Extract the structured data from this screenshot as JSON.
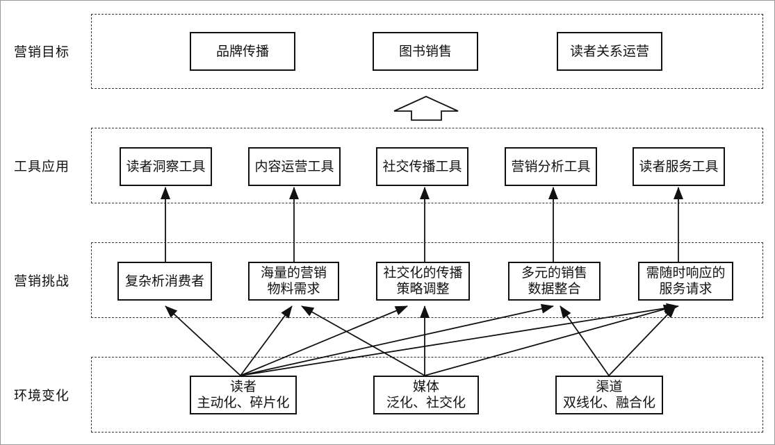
{
  "rows": {
    "goals": "营销目标",
    "tools": "工具应用",
    "challenges": "营销挑战",
    "environment": "环境变化"
  },
  "goals": [
    "品牌传播",
    "图书销售",
    "读者关系运营"
  ],
  "tools": [
    "读者洞察工具",
    "内容运营工具",
    "社交传播工具",
    "营销分析工具",
    "读者服务工具"
  ],
  "challenges": [
    [
      "复杂析消费者"
    ],
    [
      "海量的营销",
      "物料需求"
    ],
    [
      "社交化的传播",
      "策略调整"
    ],
    [
      "多元的销售",
      "数据整合"
    ],
    [
      "需随时响应的",
      "服务请求"
    ]
  ],
  "environment": [
    [
      "读者",
      "主动化、碎片化"
    ],
    [
      "媒体",
      "泛化、社交化"
    ],
    [
      "渠道",
      "双线化、融合化"
    ]
  ],
  "links": [
    {
      "from": "读者",
      "to": "复杂析消费者"
    },
    {
      "from": "读者",
      "to": "海量的营销物料需求"
    },
    {
      "from": "读者",
      "to": "社交化的传播策略调整"
    },
    {
      "from": "读者",
      "to": "多元的销售数据整合"
    },
    {
      "from": "读者",
      "to": "需随时响应的服务请求"
    },
    {
      "from": "媒体",
      "to": "海量的营销物料需求"
    },
    {
      "from": "媒体",
      "to": "社交化的传播策略调整"
    },
    {
      "from": "媒体",
      "to": "需随时响应的服务请求"
    },
    {
      "from": "渠道",
      "to": "多元的销售数据整合"
    },
    {
      "from": "渠道",
      "to": "需随时响应的服务请求"
    },
    {
      "from": "复杂析消费者",
      "to": "读者洞察工具"
    },
    {
      "from": "海量的营销物料需求",
      "to": "内容运营工具"
    },
    {
      "from": "社交化的传播策略调整",
      "to": "社交传播工具"
    },
    {
      "from": "多元的销售数据整合",
      "to": "营销分析工具"
    },
    {
      "from": "需随时响应的服务请求",
      "to": "读者服务工具"
    },
    {
      "from": "工具应用",
      "to": "营销目标"
    }
  ]
}
